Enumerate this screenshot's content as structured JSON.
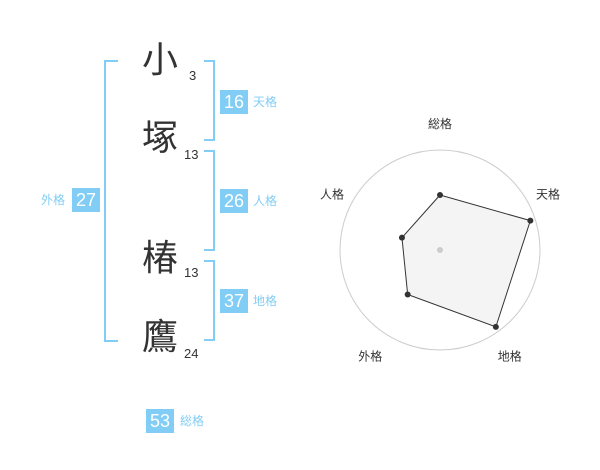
{
  "name": {
    "characters": [
      {
        "char": "小",
        "strokes": "3"
      },
      {
        "char": "塚",
        "strokes": "13"
      },
      {
        "char": "椿",
        "strokes": "13"
      },
      {
        "char": "鷹",
        "strokes": "24"
      }
    ]
  },
  "fortunes": {
    "tenkaku": {
      "label": "天格",
      "value": "16"
    },
    "jinkaku": {
      "label": "人格",
      "value": "26"
    },
    "chikaku": {
      "label": "地格",
      "value": "37"
    },
    "gaikaku": {
      "label": "外格",
      "value": "27"
    },
    "soukaku": {
      "label": "総格",
      "value": "53"
    }
  },
  "chart_data": {
    "type": "radar",
    "axes": [
      "総格",
      "天格",
      "地格",
      "外格",
      "人格"
    ],
    "values": [
      0.55,
      0.95,
      0.95,
      0.55,
      0.4
    ],
    "rings": 4,
    "colors": {
      "fill": "#f2f2f2",
      "line": "#333333",
      "grid": "#cccccc"
    }
  }
}
